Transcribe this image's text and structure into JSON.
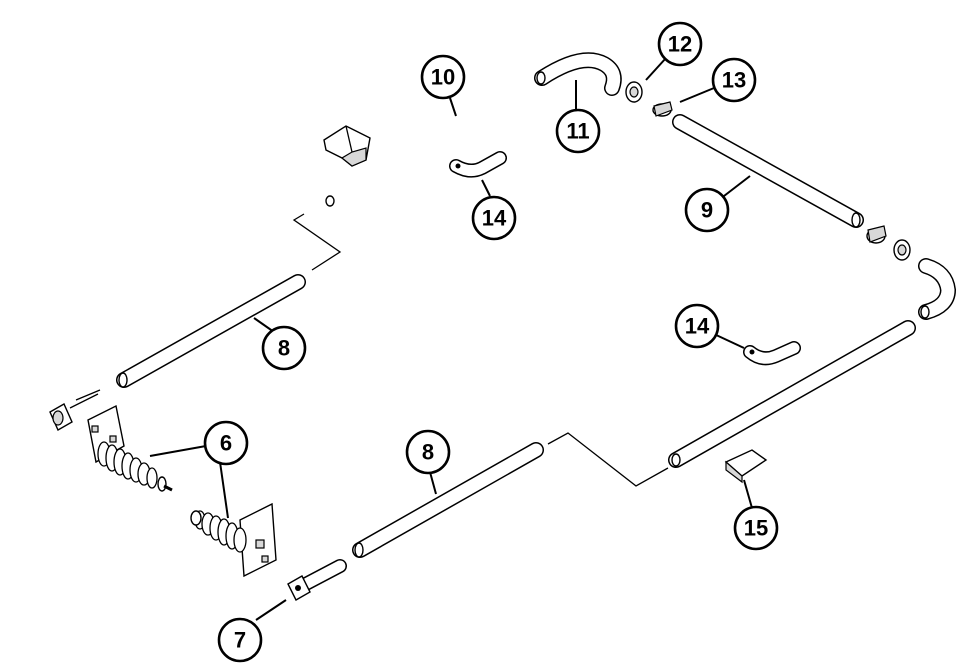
{
  "callouts": {
    "c6": "6",
    "c7": "7",
    "c8a": "8",
    "c8b": "8",
    "c9": "9",
    "c10": "10",
    "c11": "11",
    "c12": "12",
    "c13": "13",
    "c14a": "14",
    "c14b": "14",
    "c15": "15"
  }
}
